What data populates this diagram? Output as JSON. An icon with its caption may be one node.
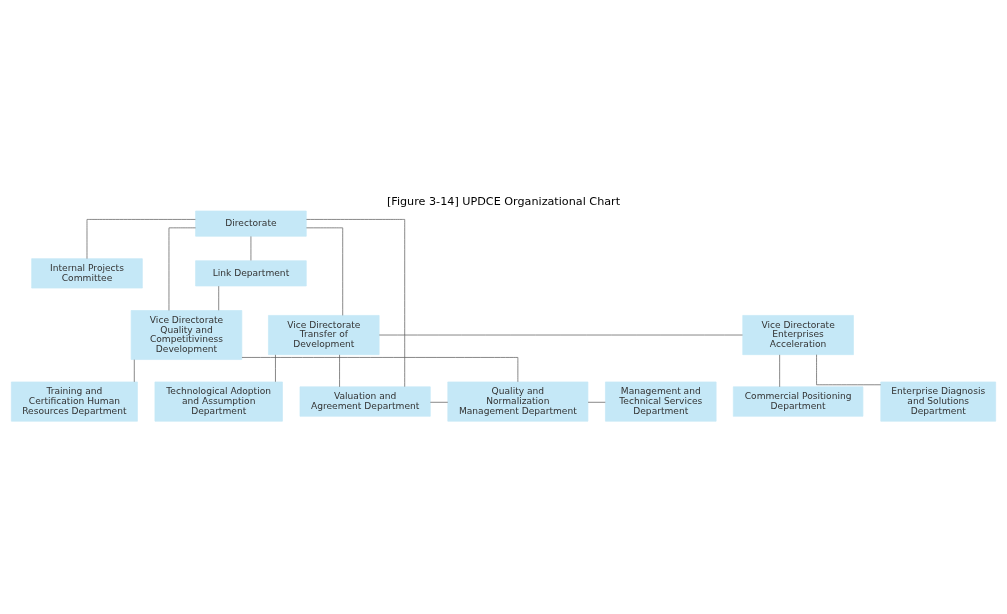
{
  "diagram": {
    "title": "[Figure 3-14] UPDCE Organizational Chart",
    "nodes": [
      {
        "text": [
          "Directorate"
        ]
      },
      {
        "text": [
          "Internal Projects Committee"
        ]
      },
      {
        "text": [
          "Link Department"
        ]
      },
      {
        "text": [
          "Vice Directorate Enterprises Acceleration"
        ]
      },
      {
        "text": [
          "Vice Directorate Transfer of Development"
        ]
      },
      {
        "text": [
          "Vice Directorate Quality and Competitiviness Development"
        ]
      },
      {
        "text": [
          "Enterprise Diagnosis and Solutions Department"
        ]
      },
      {
        "text": [
          "Valuation and Agreement Department"
        ]
      },
      {
        "text": [
          "Quality and Normalization Management Department"
        ]
      },
      {
        "text": [
          "Management and Technical Services Department"
        ]
      },
      {
        "text": [
          "Commercial Positioning Department"
        ]
      },
      {
        "text": [
          "Technological Adoption and Assumption Department"
        ]
      },
      {
        "text": [
          "Training and Certification Human Resources Department"
        ]
      }
    ],
    "edges": [
      {
        "from": 0,
        "to": 1,
        "arrow": "none"
      },
      {
        "from": 0,
        "to": 2,
        "arrow": "none"
      },
      {
        "from": 2,
        "to": 5,
        "arrow": "none"
      },
      {
        "from": 0,
        "to": 4,
        "arrow": "none"
      },
      {
        "from": 0,
        "to": 5,
        "arrow": "none"
      },
      {
        "from": 3,
        "to": 4,
        "arrow": "none"
      },
      {
        "from": 0,
        "to": 7,
        "arrow": "none"
      },
      {
        "from": 7,
        "to": 8,
        "arrow": "none"
      },
      {
        "from": 3,
        "to": 6,
        "arrow": "none"
      },
      {
        "from": 3,
        "to": 10,
        "arrow": "none"
      },
      {
        "from": 4,
        "to": 7,
        "arrow": "none"
      },
      {
        "from": 4,
        "to": 11,
        "arrow": "none"
      },
      {
        "from": 5,
        "to": 8,
        "arrow": "none"
      },
      {
        "from": 5,
        "to": 12,
        "arrow": "none"
      },
      {
        "from": 8,
        "to": 9,
        "arrow": "none"
      }
    ]
  }
}
